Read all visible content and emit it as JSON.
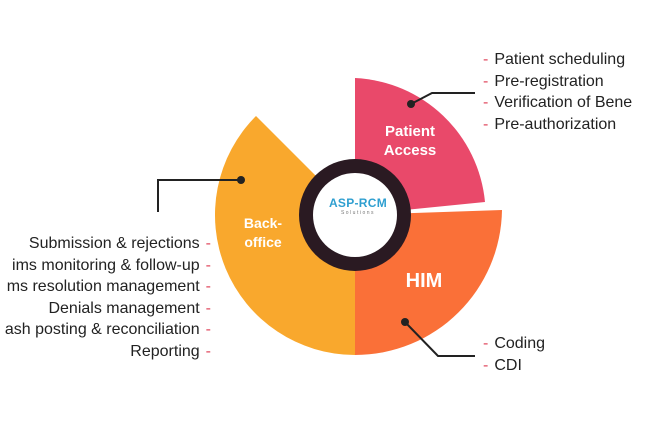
{
  "segments": {
    "patient_access": {
      "label_line1": "Patient",
      "label_line2": "Access",
      "color": "#e9496a"
    },
    "him": {
      "label": "HIM",
      "color": "#fa7038"
    },
    "back_office": {
      "label_line1": "Back-",
      "label_line2": "office",
      "color": "#f9a82d"
    }
  },
  "center": {
    "ring_color": "#2a1a22",
    "logo_text": "ASP-RCM",
    "logo_subtext": "Solutions",
    "logo_color": "#2f9fd0"
  },
  "lists": {
    "patient_access": [
      "Patient scheduling",
      "Pre-registration",
      "Verification of Bene",
      "Pre-authorization"
    ],
    "him": [
      "Coding",
      "CDI"
    ],
    "back_office": [
      "Submission & rejections",
      "ims monitoring & follow-up",
      "ms resolution management",
      "Denials management",
      "ash posting & reconciliation",
      "Reporting"
    ]
  },
  "bullet": "-",
  "accent_dash_color": "#e04a5f",
  "icons": [
    "connector-dot-icon"
  ]
}
